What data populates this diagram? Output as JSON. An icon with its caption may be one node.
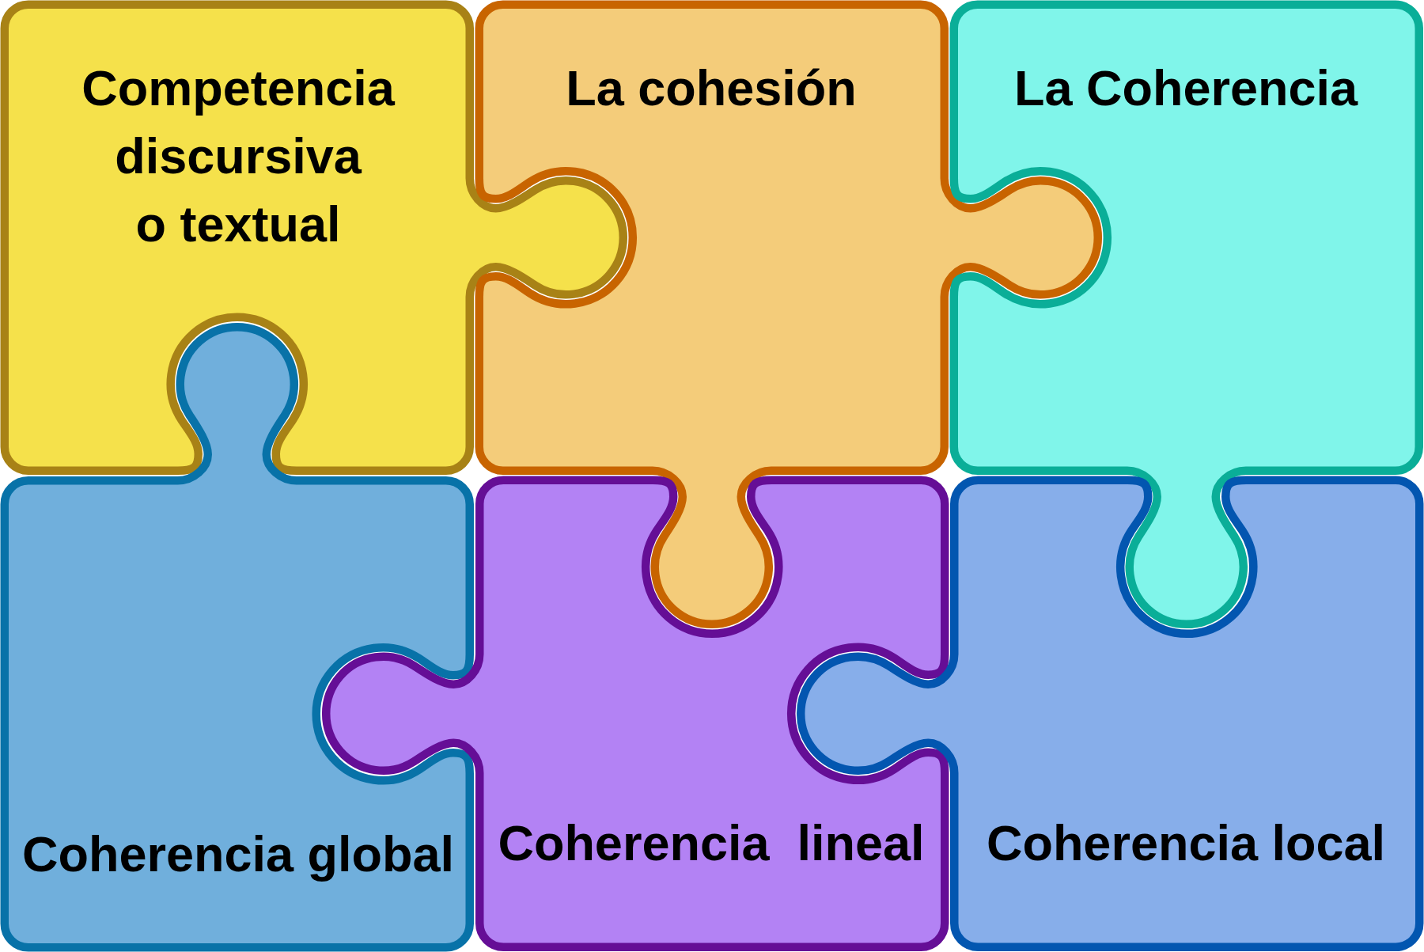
{
  "diagram": {
    "nodes": [
      {
        "text": [
          "Competencia discursiva o textual"
        ]
      },
      {
        "text": [
          "La cohesión"
        ]
      },
      {
        "text": [
          "La Coherencia"
        ]
      },
      {
        "text": [
          "Coherencia global"
        ]
      },
      {
        "text": [
          "Coherencia  lineal"
        ]
      },
      {
        "text": [
          "Coherencia local"
        ]
      }
    ]
  }
}
